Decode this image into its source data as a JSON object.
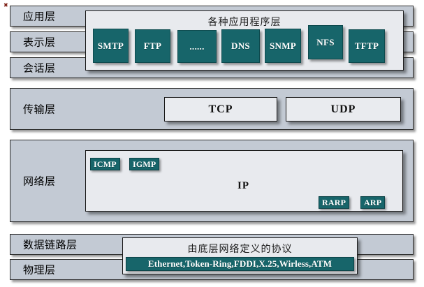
{
  "diagram": {
    "title": "TCP/IP protocol stack mapped onto OSI layers",
    "colors": {
      "teal": "#17656a",
      "layer_bar": "#c3cad4",
      "panel": "#e8eaee",
      "border": "#1a1a1a"
    }
  },
  "layers": [
    {
      "id": "application",
      "label": "应用层"
    },
    {
      "id": "presentation",
      "label": "表示层"
    },
    {
      "id": "session",
      "label": "会话层"
    },
    {
      "id": "transport",
      "label": "传输层"
    },
    {
      "id": "network",
      "label": "网络层"
    },
    {
      "id": "datalink",
      "label": "数据链路层"
    },
    {
      "id": "physical",
      "label": "物理层"
    }
  ],
  "application_panel": {
    "title": "各种应用程序层",
    "protocols": [
      {
        "label": "SMTP"
      },
      {
        "label": "FTP"
      },
      {
        "label": "......"
      },
      {
        "label": "DNS"
      },
      {
        "label": "SNMP"
      },
      {
        "label": "NFS"
      },
      {
        "label": "TFTP"
      }
    ]
  },
  "transport_panel": {
    "protocols": [
      {
        "label": "TCP"
      },
      {
        "label": "UDP"
      }
    ]
  },
  "network_panel": {
    "center_label": "IP",
    "top_left_badges": [
      {
        "label": "ICMP"
      },
      {
        "label": "IGMP"
      }
    ],
    "bottom_right_badges": [
      {
        "label": "RARP"
      },
      {
        "label": "ARP"
      }
    ]
  },
  "lower_panel": {
    "title": "由底层网络定义的协议",
    "protocols_line": "Ethernet,Token-Ring,FDDI,X.25,Wirless,ATM"
  },
  "artifact": {
    "corner_glyph": "✖"
  }
}
